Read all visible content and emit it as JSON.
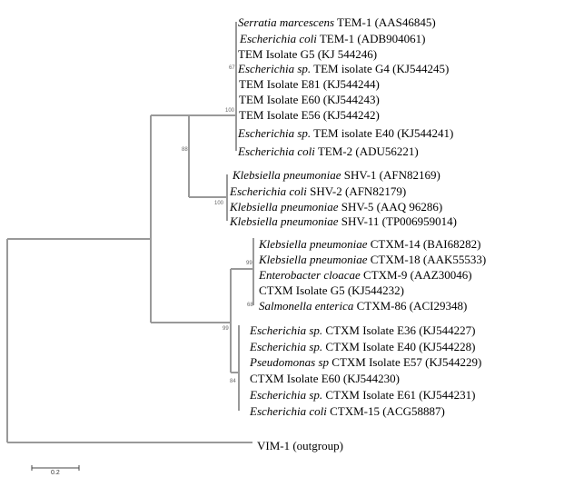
{
  "tree": {
    "leaves": [
      {
        "italic": "Serratia marcescens",
        "rest": " TEM-1 (AAS46845)"
      },
      {
        "italic": "Escherichia coli",
        "rest": " TEM-1 (ADB904061)"
      },
      {
        "italic": "",
        "rest": "TEM Isolate G5 (KJ 544246)"
      },
      {
        "italic": "Escherichia sp.",
        "rest": " TEM isolate G4 (KJ544245)"
      },
      {
        "italic": "",
        "rest": "TEM Isolate E81 (KJ544244)"
      },
      {
        "italic": "",
        "rest": "TEM Isolate E60 (KJ544243)"
      },
      {
        "italic": "",
        "rest": "TEM Isolate E56 (KJ544242)"
      },
      {
        "italic": "Escherichia sp.",
        "rest": " TEM isolate E40 (KJ544241)"
      },
      {
        "italic": "Escherichia coli",
        "rest": " TEM-2 (ADU56221)"
      },
      {
        "italic": "Klebsiella pneumoniae",
        "rest": " SHV-1 (AFN82169)"
      },
      {
        "italic": "Escherichia coli",
        "rest": " SHV-2 (AFN82179)"
      },
      {
        "italic": "Klebsiella pneumoniae",
        "rest": " SHV-5 (AAQ 96286)"
      },
      {
        "italic": "Klebsiella pneumoniae",
        "rest": " SHV-11 (TP006959014)"
      },
      {
        "italic": "Klebsiella pneumoniae",
        "rest": " CTXM-14 (BAI68282)"
      },
      {
        "italic": "Klebsiella pneumoniae",
        "rest": " CTXM-18 (AAK55533)"
      },
      {
        "italic": "Enterobacter cloacae",
        "rest": " CTXM-9 (AAZ30046)"
      },
      {
        "italic": "",
        "rest": "CTXM Isolate G5 (KJ544232)"
      },
      {
        "italic": "Salmonella enterica",
        "rest": " CTXM-86 (ACI29348)"
      },
      {
        "italic": "Escherichia sp.",
        "rest": " CTXM Isolate E36 (KJ544227)"
      },
      {
        "italic": "Escherichia sp.",
        "rest": " CTXM Isolate E40 (KJ544228)"
      },
      {
        "italic": "Pseudomonas sp",
        "rest": " CTXM Isolate E57 (KJ544229)"
      },
      {
        "italic": "",
        "rest": "CTXM Isolate E60 (KJ544230)"
      },
      {
        "italic": "Escherichia sp.",
        "rest": " CTXM Isolate E61 (KJ544231)"
      },
      {
        "italic": "Escherichia coli",
        "rest": " CTXM-15 (ACG58887)"
      },
      {
        "italic": "",
        "rest": "VIM-1 (outgroup)"
      }
    ],
    "bootstrap": [
      "67",
      "100",
      "88",
      "100",
      "99",
      "68",
      "99",
      "84"
    ],
    "scale_bar_label": "0.2",
    "branch_color": "#999999"
  }
}
